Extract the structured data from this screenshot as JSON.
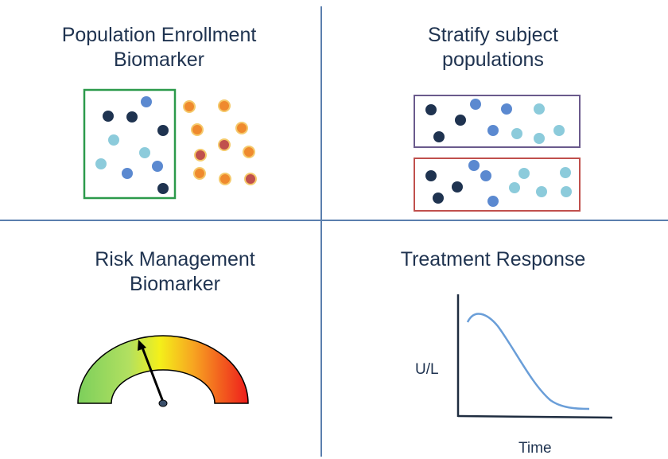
{
  "panels": {
    "enrollment": {
      "title_line1": "Population Enrollment",
      "title_line2": "Biomarker"
    },
    "stratify": {
      "title_line1": "Stratify subject",
      "title_line2": "populations"
    },
    "risk": {
      "title_line1": "Risk Management",
      "title_line2": "Biomarker"
    },
    "response": {
      "title_line1": "Treatment Response",
      "y_axis_label": "U/L",
      "x_axis_label": "Time"
    }
  },
  "colors": {
    "divider": "#5b7fae",
    "enroll_box": "#2c9a4b",
    "stratify_box_top": "#6a5a8c",
    "stratify_box_bottom": "#c0504d",
    "dot_navy": "#1f3350",
    "dot_blue": "#5b89d0",
    "dot_light_blue": "#8ccbdb",
    "dot_orange": "#ef8a2e",
    "dot_red": "#c0504d",
    "curve": "#6a9ed8"
  }
}
